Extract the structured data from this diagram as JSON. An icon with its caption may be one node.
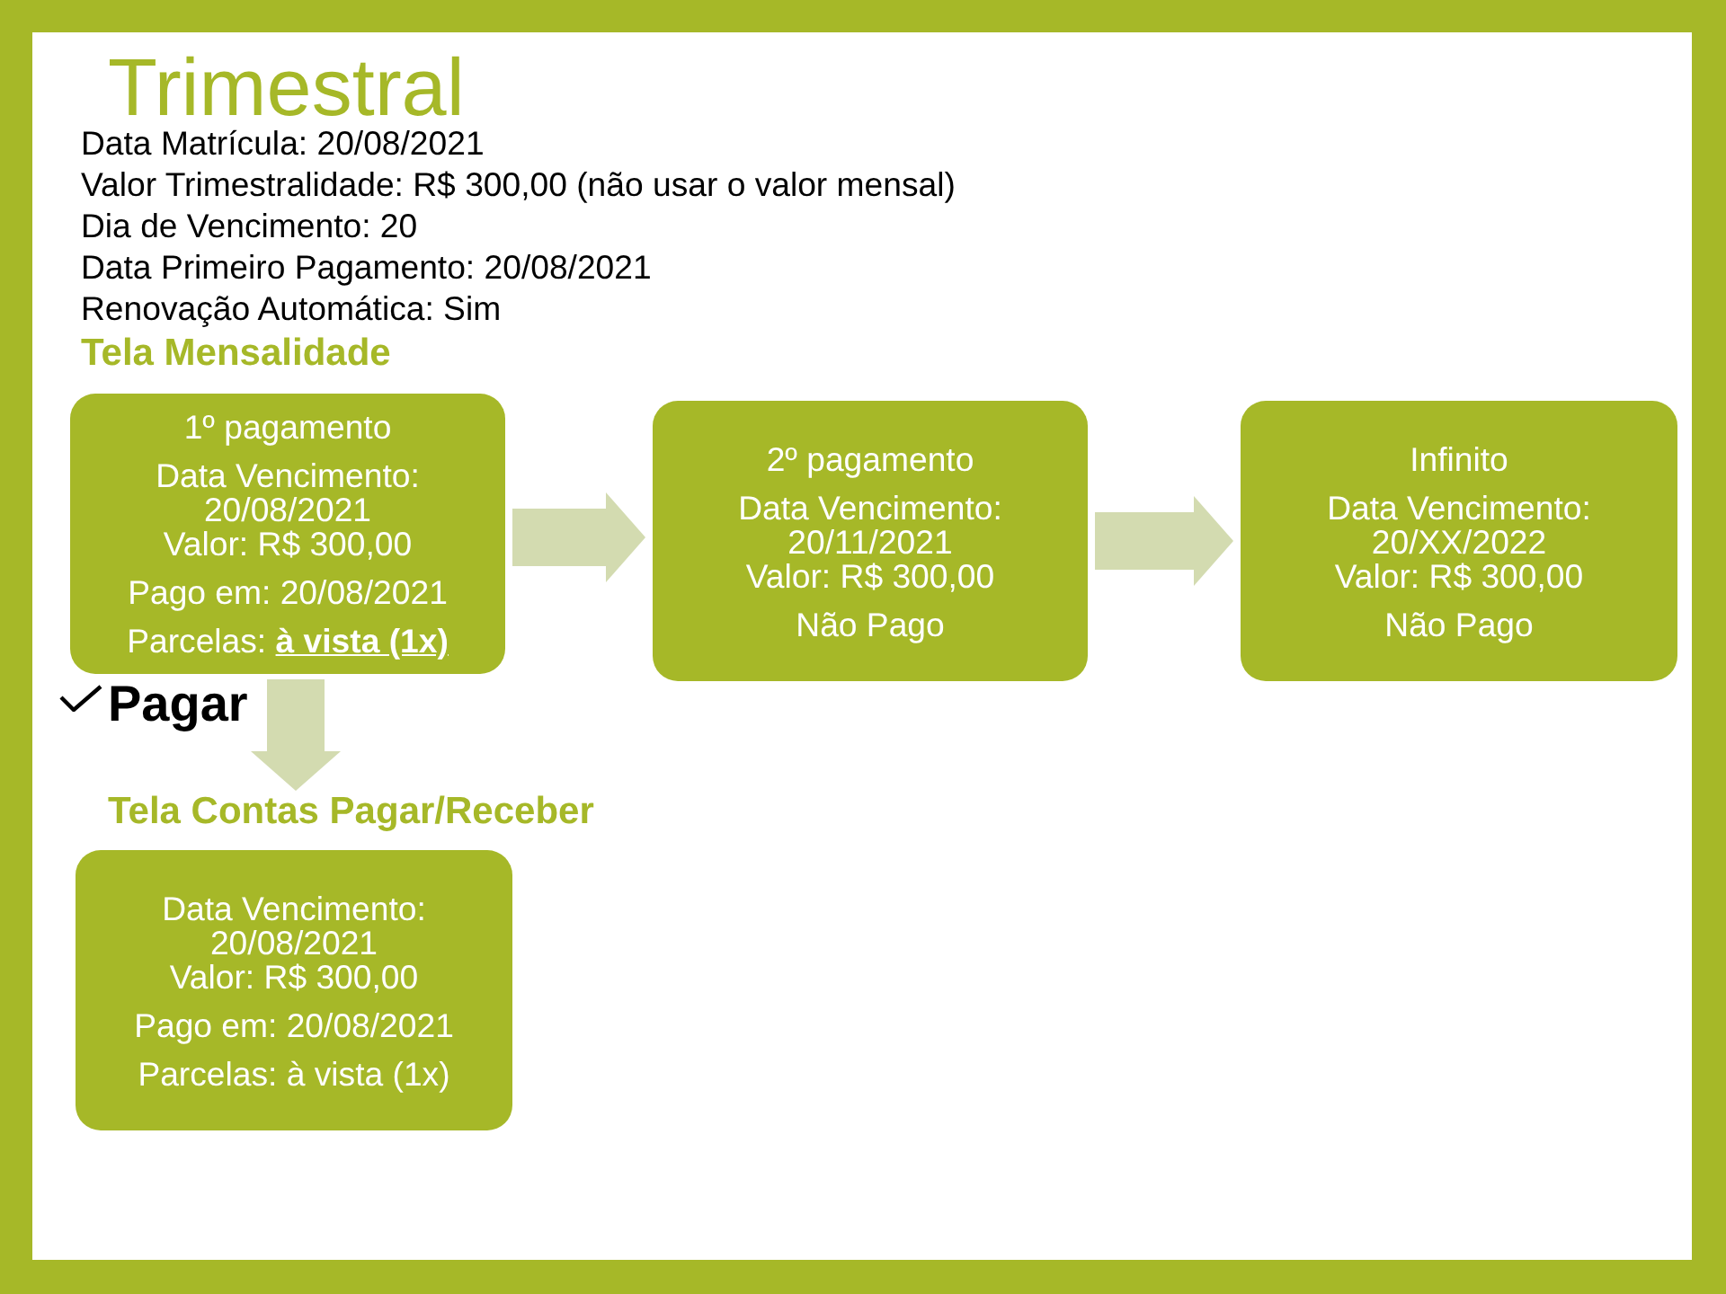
{
  "diagram": {
    "title": "Trimestral",
    "nodes": [
      {
        "text": [
          "1º pagamento",
          "Data Vencimento: 20/08/2021",
          "Valor: R$ 300,00",
          "Pago em: 20/08/2021",
          "Parcelas: **à vista (1x)**"
        ]
      },
      {
        "text": [
          "2º pagamento",
          "Data Vencimento: 20/11/2021",
          "Valor: R$ 300,00",
          "Não Pago"
        ]
      },
      {
        "text": [
          "Infinito",
          "Data Vencimento: 20/XX/2022",
          "Valor: R$ 300,00",
          "Não Pago"
        ]
      },
      {
        "text": [
          "Data Vencimento: 20/08/2021",
          "Valor: R$ 300,00",
          "Pago em: 20/08/2021",
          "Parcelas: à vista (1x)"
        ]
      }
    ],
    "edges": [
      {
        "from": 0,
        "to": 1,
        "arrow": "to"
      },
      {
        "from": 1,
        "to": 2,
        "arrow": "to"
      },
      {
        "from": 0,
        "to": 3,
        "arrow": "to",
        "label": "Pagar"
      }
    ],
    "labels": [
      "Data Matrícula: 20/08/2021",
      "Valor Trimestralidade: R$ 300,00 (não usar o valor mensal)",
      "Dia de Vencimento: 20",
      "Data Primeiro Pagamento: 20/08/2021",
      "Renovação Automática: Sim",
      "Tela Mensalidade",
      "Tela Contas Pagar/Receber"
    ]
  }
}
